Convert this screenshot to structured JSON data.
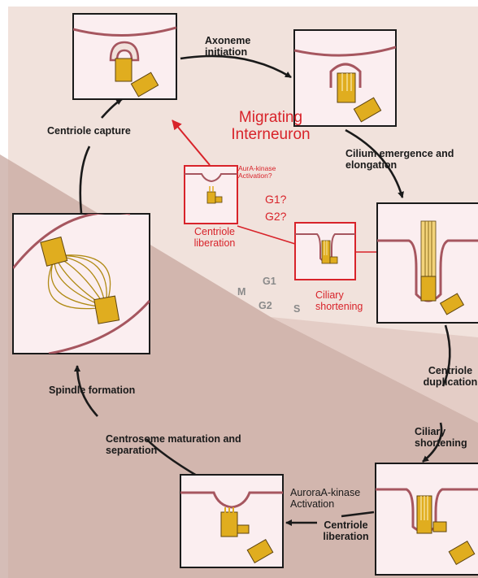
{
  "colors": {
    "background": "#f1e2dc",
    "wedge": "#c7a79f",
    "membrane": "#a6565f",
    "centriole": "#e0ad1f",
    "red": "#d8232a",
    "dark": "#1a1a1a"
  },
  "labels": {
    "axoneme_initiation": "Axoneme initiation",
    "cilium_emergence": "Cilium emergence and elongation",
    "centriole_duplication": "Centriole duplication",
    "ciliary_shortening": "Ciliary shortening",
    "auroraa_activation": "AuroraA-kinase Activation",
    "centriole_liberation": "Centriole liberation",
    "centrosome_maturation": "Centrosome maturation and separation",
    "spindle_formation": "Spindle formation",
    "centriole_capture": "Centriole capture"
  },
  "interneuron": {
    "title": "Migrating Interneuron",
    "aura_note": "AurA-kinase Activation?",
    "centriole_liberation": "Centriole liberation",
    "g1": "G1?",
    "g2": "G2?",
    "ciliary_shortening": "Ciliary shortening"
  },
  "phases": {
    "g1": "G1",
    "m": "M",
    "g2": "G2",
    "s": "S"
  }
}
